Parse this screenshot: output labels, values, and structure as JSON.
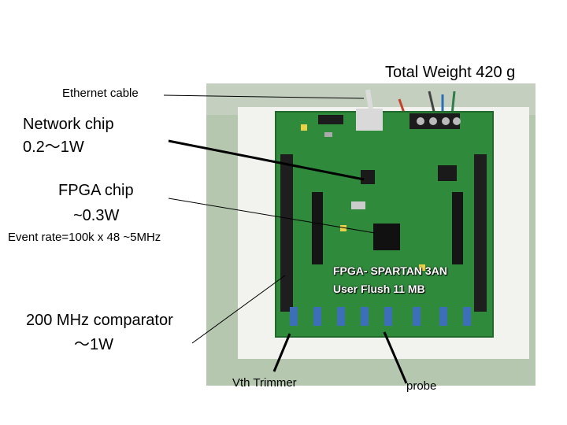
{
  "labels": {
    "total_weight": "Total Weight 420 g",
    "ethernet_cable": "Ethernet cable",
    "network_chip_line1": "Network chip",
    "network_chip_line2": "0.2～1W",
    "fpga_chip_line1": "FPGA chip",
    "fpga_chip_line2": "~0.3W",
    "event_rate": "Event rate=100k x 48 ~5MHz",
    "fpga_spartan": "FPGA- SPARTAN 3AN",
    "user_flush": "User Flush 11 MB",
    "comparator_line1": "200 MHz comparator",
    "comparator_line2": "～1W",
    "vth_trimmer": "Vth Trimmer",
    "probe": "probe"
  },
  "colors": {
    "pcb_green": "#2f8a3c",
    "foam_white": "#f2f2ef",
    "desk_green": "#a9c0a5"
  }
}
